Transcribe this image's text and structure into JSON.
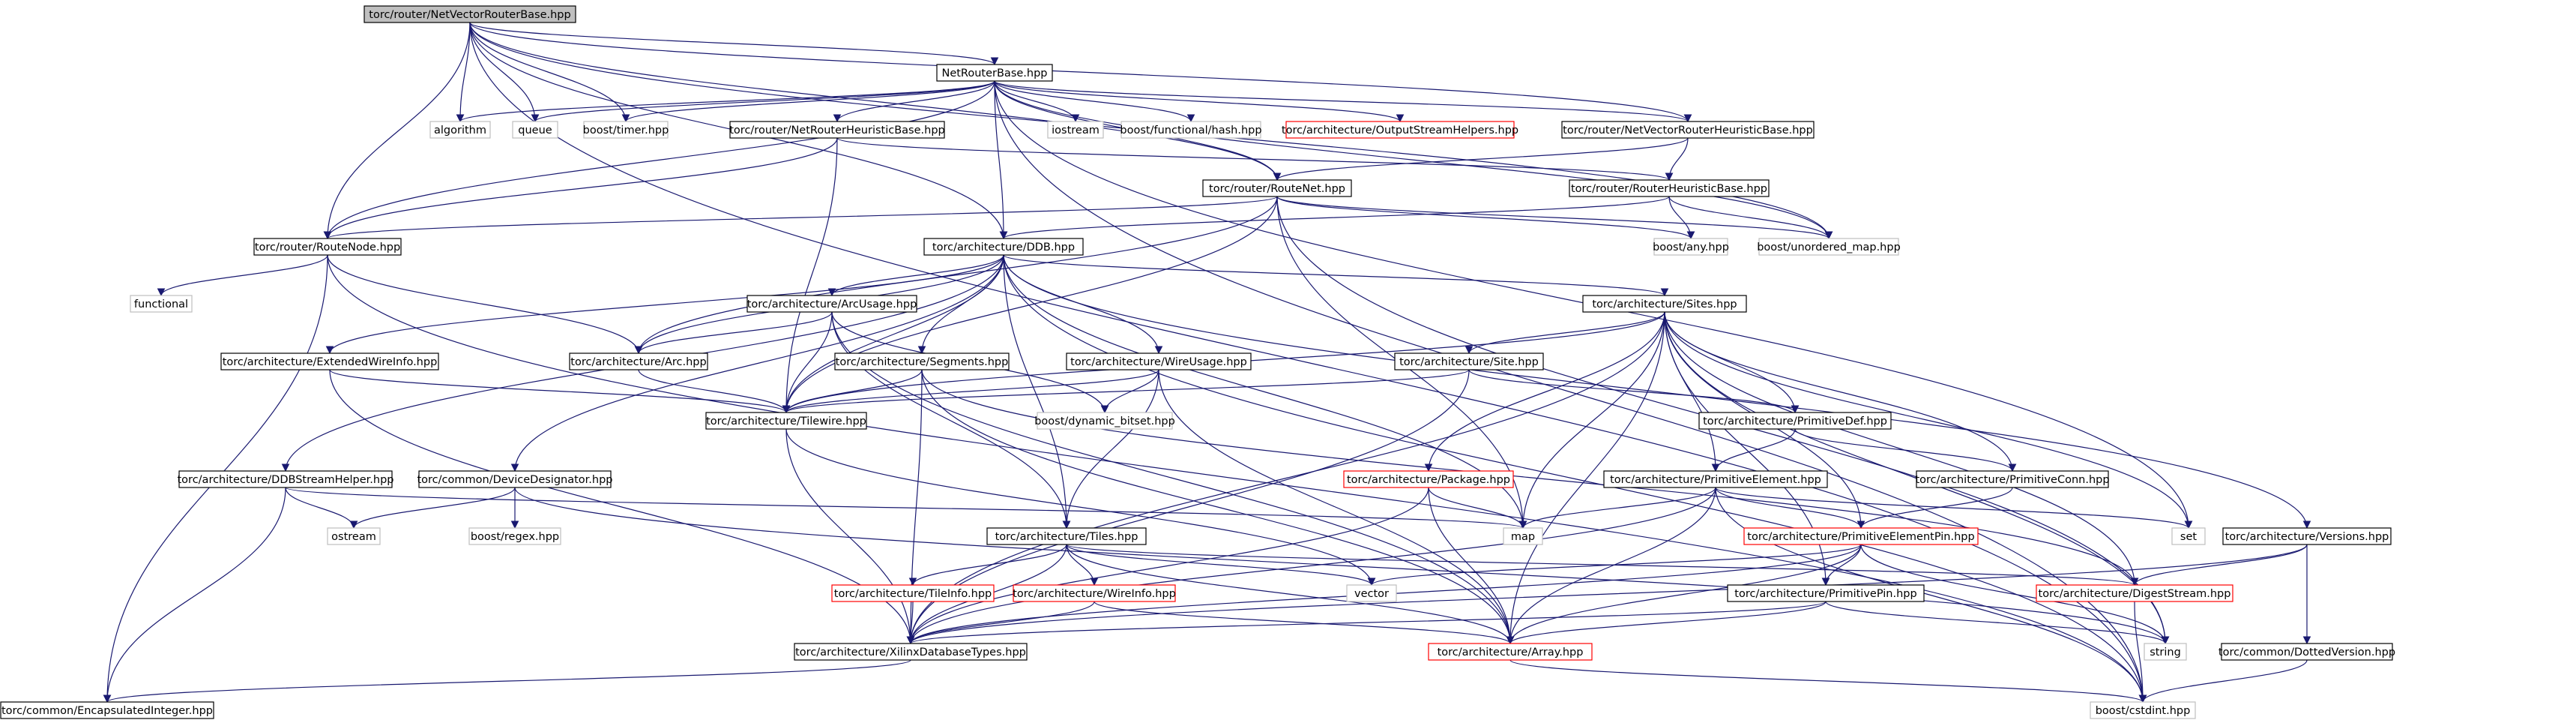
{
  "colors": {
    "edge": "#191970",
    "root_fill": "#bfbfbf",
    "node_border": "#000000",
    "missing_border": "#ff0000",
    "external_border": "#bfbfbf",
    "background": "#ffffff"
  },
  "nodes": [
    {
      "id": "root",
      "label": "torc/router/NetVectorRouterBase.hpp",
      "kind": "root"
    },
    {
      "id": "netrouterbase",
      "label": "NetRouterBase.hpp",
      "kind": "internal"
    },
    {
      "id": "algorithm",
      "label": "algorithm",
      "kind": "external"
    },
    {
      "id": "queue",
      "label": "queue",
      "kind": "external"
    },
    {
      "id": "boosttimer",
      "label": "boost/timer.hpp",
      "kind": "external"
    },
    {
      "id": "nrheur",
      "label": "torc/router/NetRouterHeuristicBase.hpp",
      "kind": "internal"
    },
    {
      "id": "iostream",
      "label": "iostream",
      "kind": "external"
    },
    {
      "id": "boosthash",
      "label": "boost/functional/hash.hpp",
      "kind": "external"
    },
    {
      "id": "outhelpers",
      "label": "torc/architecture/OutputStreamHelpers.hpp",
      "kind": "missing"
    },
    {
      "id": "nvrheur",
      "label": "torc/router/NetVectorRouterHeuristicBase.hpp",
      "kind": "internal"
    },
    {
      "id": "routenet",
      "label": "torc/router/RouteNet.hpp",
      "kind": "internal"
    },
    {
      "id": "rheur",
      "label": "torc/router/RouterHeuristicBase.hpp",
      "kind": "internal"
    },
    {
      "id": "routenode",
      "label": "torc/router/RouteNode.hpp",
      "kind": "internal"
    },
    {
      "id": "ddb",
      "label": "torc/architecture/DDB.hpp",
      "kind": "internal"
    },
    {
      "id": "boostany",
      "label": "boost/any.hpp",
      "kind": "external"
    },
    {
      "id": "unorderedmap",
      "label": "boost/unordered_map.hpp",
      "kind": "external"
    },
    {
      "id": "functional",
      "label": "functional",
      "kind": "external"
    },
    {
      "id": "arcusage",
      "label": "torc/architecture/ArcUsage.hpp",
      "kind": "internal"
    },
    {
      "id": "sites",
      "label": "torc/architecture/Sites.hpp",
      "kind": "internal"
    },
    {
      "id": "extwire",
      "label": "torc/architecture/ExtendedWireInfo.hpp",
      "kind": "internal"
    },
    {
      "id": "arc",
      "label": "torc/architecture/Arc.hpp",
      "kind": "internal"
    },
    {
      "id": "segments",
      "label": "torc/architecture/Segments.hpp",
      "kind": "internal"
    },
    {
      "id": "wireusage",
      "label": "torc/architecture/WireUsage.hpp",
      "kind": "internal"
    },
    {
      "id": "site",
      "label": "torc/architecture/Site.hpp",
      "kind": "internal"
    },
    {
      "id": "tilewire",
      "label": "torc/architecture/Tilewire.hpp",
      "kind": "internal"
    },
    {
      "id": "dynbitset",
      "label": "boost/dynamic_bitset.hpp",
      "kind": "external"
    },
    {
      "id": "primdef",
      "label": "torc/architecture/PrimitiveDef.hpp",
      "kind": "internal"
    },
    {
      "id": "ddbstream",
      "label": "torc/architecture/DDBStreamHelper.hpp",
      "kind": "internal"
    },
    {
      "id": "devdes",
      "label": "torc/common/DeviceDesignator.hpp",
      "kind": "internal"
    },
    {
      "id": "package",
      "label": "torc/architecture/Package.hpp",
      "kind": "missing"
    },
    {
      "id": "primelem",
      "label": "torc/architecture/PrimitiveElement.hpp",
      "kind": "internal"
    },
    {
      "id": "primconn",
      "label": "torc/architecture/PrimitiveConn.hpp",
      "kind": "internal"
    },
    {
      "id": "ostream",
      "label": "ostream",
      "kind": "external"
    },
    {
      "id": "boostregex",
      "label": "boost/regex.hpp",
      "kind": "external"
    },
    {
      "id": "map",
      "label": "map",
      "kind": "external"
    },
    {
      "id": "primelempin",
      "label": "torc/architecture/PrimitiveElementPin.hpp",
      "kind": "missing"
    },
    {
      "id": "set",
      "label": "set",
      "kind": "external"
    },
    {
      "id": "versions",
      "label": "torc/architecture/Versions.hpp",
      "kind": "internal"
    },
    {
      "id": "tiles",
      "label": "torc/architecture/Tiles.hpp",
      "kind": "internal"
    },
    {
      "id": "vector",
      "label": "vector",
      "kind": "external"
    },
    {
      "id": "digest",
      "label": "torc/architecture/DigestStream.hpp",
      "kind": "missing"
    },
    {
      "id": "tileinfo",
      "label": "torc/architecture/TileInfo.hpp",
      "kind": "missing"
    },
    {
      "id": "wireinfo",
      "label": "torc/architecture/WireInfo.hpp",
      "kind": "missing"
    },
    {
      "id": "primpin",
      "label": "torc/architecture/PrimitivePin.hpp",
      "kind": "internal"
    },
    {
      "id": "string",
      "label": "string",
      "kind": "external"
    },
    {
      "id": "xdbtypes",
      "label": "torc/architecture/XilinxDatabaseTypes.hpp",
      "kind": "internal"
    },
    {
      "id": "array",
      "label": "torc/architecture/Array.hpp",
      "kind": "missing"
    },
    {
      "id": "dotted",
      "label": "torc/common/DottedVersion.hpp",
      "kind": "internal"
    },
    {
      "id": "encint",
      "label": "torc/common/EncapsulatedInteger.hpp",
      "kind": "internal"
    },
    {
      "id": "cstdint",
      "label": "boost/cstdint.hpp",
      "kind": "external"
    }
  ],
  "edges": [
    [
      "root",
      "netrouterbase"
    ],
    [
      "root",
      "algorithm"
    ],
    [
      "root",
      "queue"
    ],
    [
      "root",
      "boosttimer"
    ],
    [
      "root",
      "routenode"
    ],
    [
      "root",
      "routenet"
    ],
    [
      "root",
      "ddb"
    ],
    [
      "root",
      "unorderedmap"
    ],
    [
      "root",
      "nvrheur"
    ],
    [
      "root",
      "cstdint"
    ],
    [
      "netrouterbase",
      "algorithm"
    ],
    [
      "netrouterbase",
      "queue"
    ],
    [
      "netrouterbase",
      "boosttimer"
    ],
    [
      "netrouterbase",
      "nrheur"
    ],
    [
      "netrouterbase",
      "iostream"
    ],
    [
      "netrouterbase",
      "boosthash"
    ],
    [
      "netrouterbase",
      "outhelpers"
    ],
    [
      "netrouterbase",
      "nvrheur"
    ],
    [
      "netrouterbase",
      "routenet"
    ],
    [
      "netrouterbase",
      "routenode"
    ],
    [
      "netrouterbase",
      "ddb"
    ],
    [
      "netrouterbase",
      "unorderedmap"
    ],
    [
      "netrouterbase",
      "set"
    ],
    [
      "netrouterbase",
      "cstdint"
    ],
    [
      "nrheur",
      "rheur"
    ],
    [
      "nrheur",
      "routenode"
    ],
    [
      "nrheur",
      "tilewire"
    ],
    [
      "nvrheur",
      "routenet"
    ],
    [
      "nvrheur",
      "rheur"
    ],
    [
      "rheur",
      "boostany"
    ],
    [
      "rheur",
      "unorderedmap"
    ],
    [
      "rheur",
      "ddb"
    ],
    [
      "routenet",
      "routenode"
    ],
    [
      "routenet",
      "boostany"
    ],
    [
      "routenet",
      "unorderedmap"
    ],
    [
      "routenet",
      "arc"
    ],
    [
      "routenet",
      "tilewire"
    ],
    [
      "routenet",
      "map"
    ],
    [
      "routenet",
      "string"
    ],
    [
      "routenode",
      "functional"
    ],
    [
      "routenode",
      "arc"
    ],
    [
      "routenode",
      "encint"
    ],
    [
      "routenode",
      "cstdint"
    ],
    [
      "ddb",
      "arcusage"
    ],
    [
      "ddb",
      "sites"
    ],
    [
      "ddb",
      "extwire"
    ],
    [
      "ddb",
      "arc"
    ],
    [
      "ddb",
      "segments"
    ],
    [
      "ddb",
      "wireusage"
    ],
    [
      "ddb",
      "tilewire"
    ],
    [
      "ddb",
      "ddbstream"
    ],
    [
      "ddb",
      "devdes"
    ],
    [
      "ddb",
      "tiles"
    ],
    [
      "ddb",
      "map"
    ],
    [
      "ddb",
      "versions"
    ],
    [
      "ddb",
      "cstdint"
    ],
    [
      "arcusage",
      "arc"
    ],
    [
      "arcusage",
      "tilewire"
    ],
    [
      "arcusage",
      "dynbitset"
    ],
    [
      "arcusage",
      "tiles"
    ],
    [
      "arcusage",
      "array"
    ],
    [
      "sites",
      "site"
    ],
    [
      "sites",
      "tilewire"
    ],
    [
      "sites",
      "primdef"
    ],
    [
      "sites",
      "package"
    ],
    [
      "sites",
      "primelem"
    ],
    [
      "sites",
      "primconn"
    ],
    [
      "sites",
      "primelempin"
    ],
    [
      "sites",
      "primpin"
    ],
    [
      "sites",
      "digest"
    ],
    [
      "sites",
      "array"
    ],
    [
      "sites",
      "map"
    ],
    [
      "sites",
      "set"
    ],
    [
      "sites",
      "xdbtypes"
    ],
    [
      "sites",
      "string"
    ],
    [
      "extwire",
      "tilewire"
    ],
    [
      "extwire",
      "xdbtypes"
    ],
    [
      "arc",
      "tilewire"
    ],
    [
      "segments",
      "tilewire"
    ],
    [
      "segments",
      "xdbtypes"
    ],
    [
      "segments",
      "array"
    ],
    [
      "segments",
      "digest"
    ],
    [
      "wireusage",
      "tilewire"
    ],
    [
      "wireusage",
      "dynbitset"
    ],
    [
      "wireusage",
      "tiles"
    ],
    [
      "wireusage",
      "array"
    ],
    [
      "site",
      "tilewire"
    ],
    [
      "site",
      "primdef"
    ],
    [
      "site",
      "xdbtypes"
    ],
    [
      "tilewire",
      "xdbtypes"
    ],
    [
      "tilewire",
      "vector"
    ],
    [
      "primdef",
      "primelem"
    ],
    [
      "primdef",
      "primconn"
    ],
    [
      "ddbstream",
      "ostream"
    ],
    [
      "ddbstream",
      "map"
    ],
    [
      "ddbstream",
      "encint"
    ],
    [
      "devdes",
      "ostream"
    ],
    [
      "devdes",
      "boostregex"
    ],
    [
      "devdes",
      "string"
    ],
    [
      "package",
      "map"
    ],
    [
      "package",
      "xdbtypes"
    ],
    [
      "package",
      "array"
    ],
    [
      "primelem",
      "primelempin"
    ],
    [
      "primelem",
      "map"
    ],
    [
      "primelem",
      "set"
    ],
    [
      "primelem",
      "array"
    ],
    [
      "primelem",
      "xdbtypes"
    ],
    [
      "primelem",
      "cstdint"
    ],
    [
      "primconn",
      "primelempin"
    ],
    [
      "primelempin",
      "primpin"
    ],
    [
      "primelempin",
      "vector"
    ],
    [
      "primelempin",
      "array"
    ],
    [
      "primelempin",
      "xdbtypes"
    ],
    [
      "primelempin",
      "string"
    ],
    [
      "versions",
      "digest"
    ],
    [
      "versions",
      "dotted"
    ],
    [
      "versions",
      "xdbtypes"
    ],
    [
      "tiles",
      "tileinfo"
    ],
    [
      "tiles",
      "wireinfo"
    ],
    [
      "tiles",
      "xdbtypes"
    ],
    [
      "tiles",
      "array"
    ],
    [
      "tiles",
      "vector"
    ],
    [
      "tiles",
      "digest"
    ],
    [
      "digest",
      "cstdint"
    ],
    [
      "tileinfo",
      "xdbtypes"
    ],
    [
      "wireinfo",
      "xdbtypes"
    ],
    [
      "wireinfo",
      "array"
    ],
    [
      "primpin",
      "xdbtypes"
    ],
    [
      "primpin",
      "array"
    ],
    [
      "primpin",
      "string"
    ],
    [
      "xdbtypes",
      "encint"
    ],
    [
      "array",
      "cstdint"
    ],
    [
      "dotted",
      "cstdint"
    ]
  ]
}
